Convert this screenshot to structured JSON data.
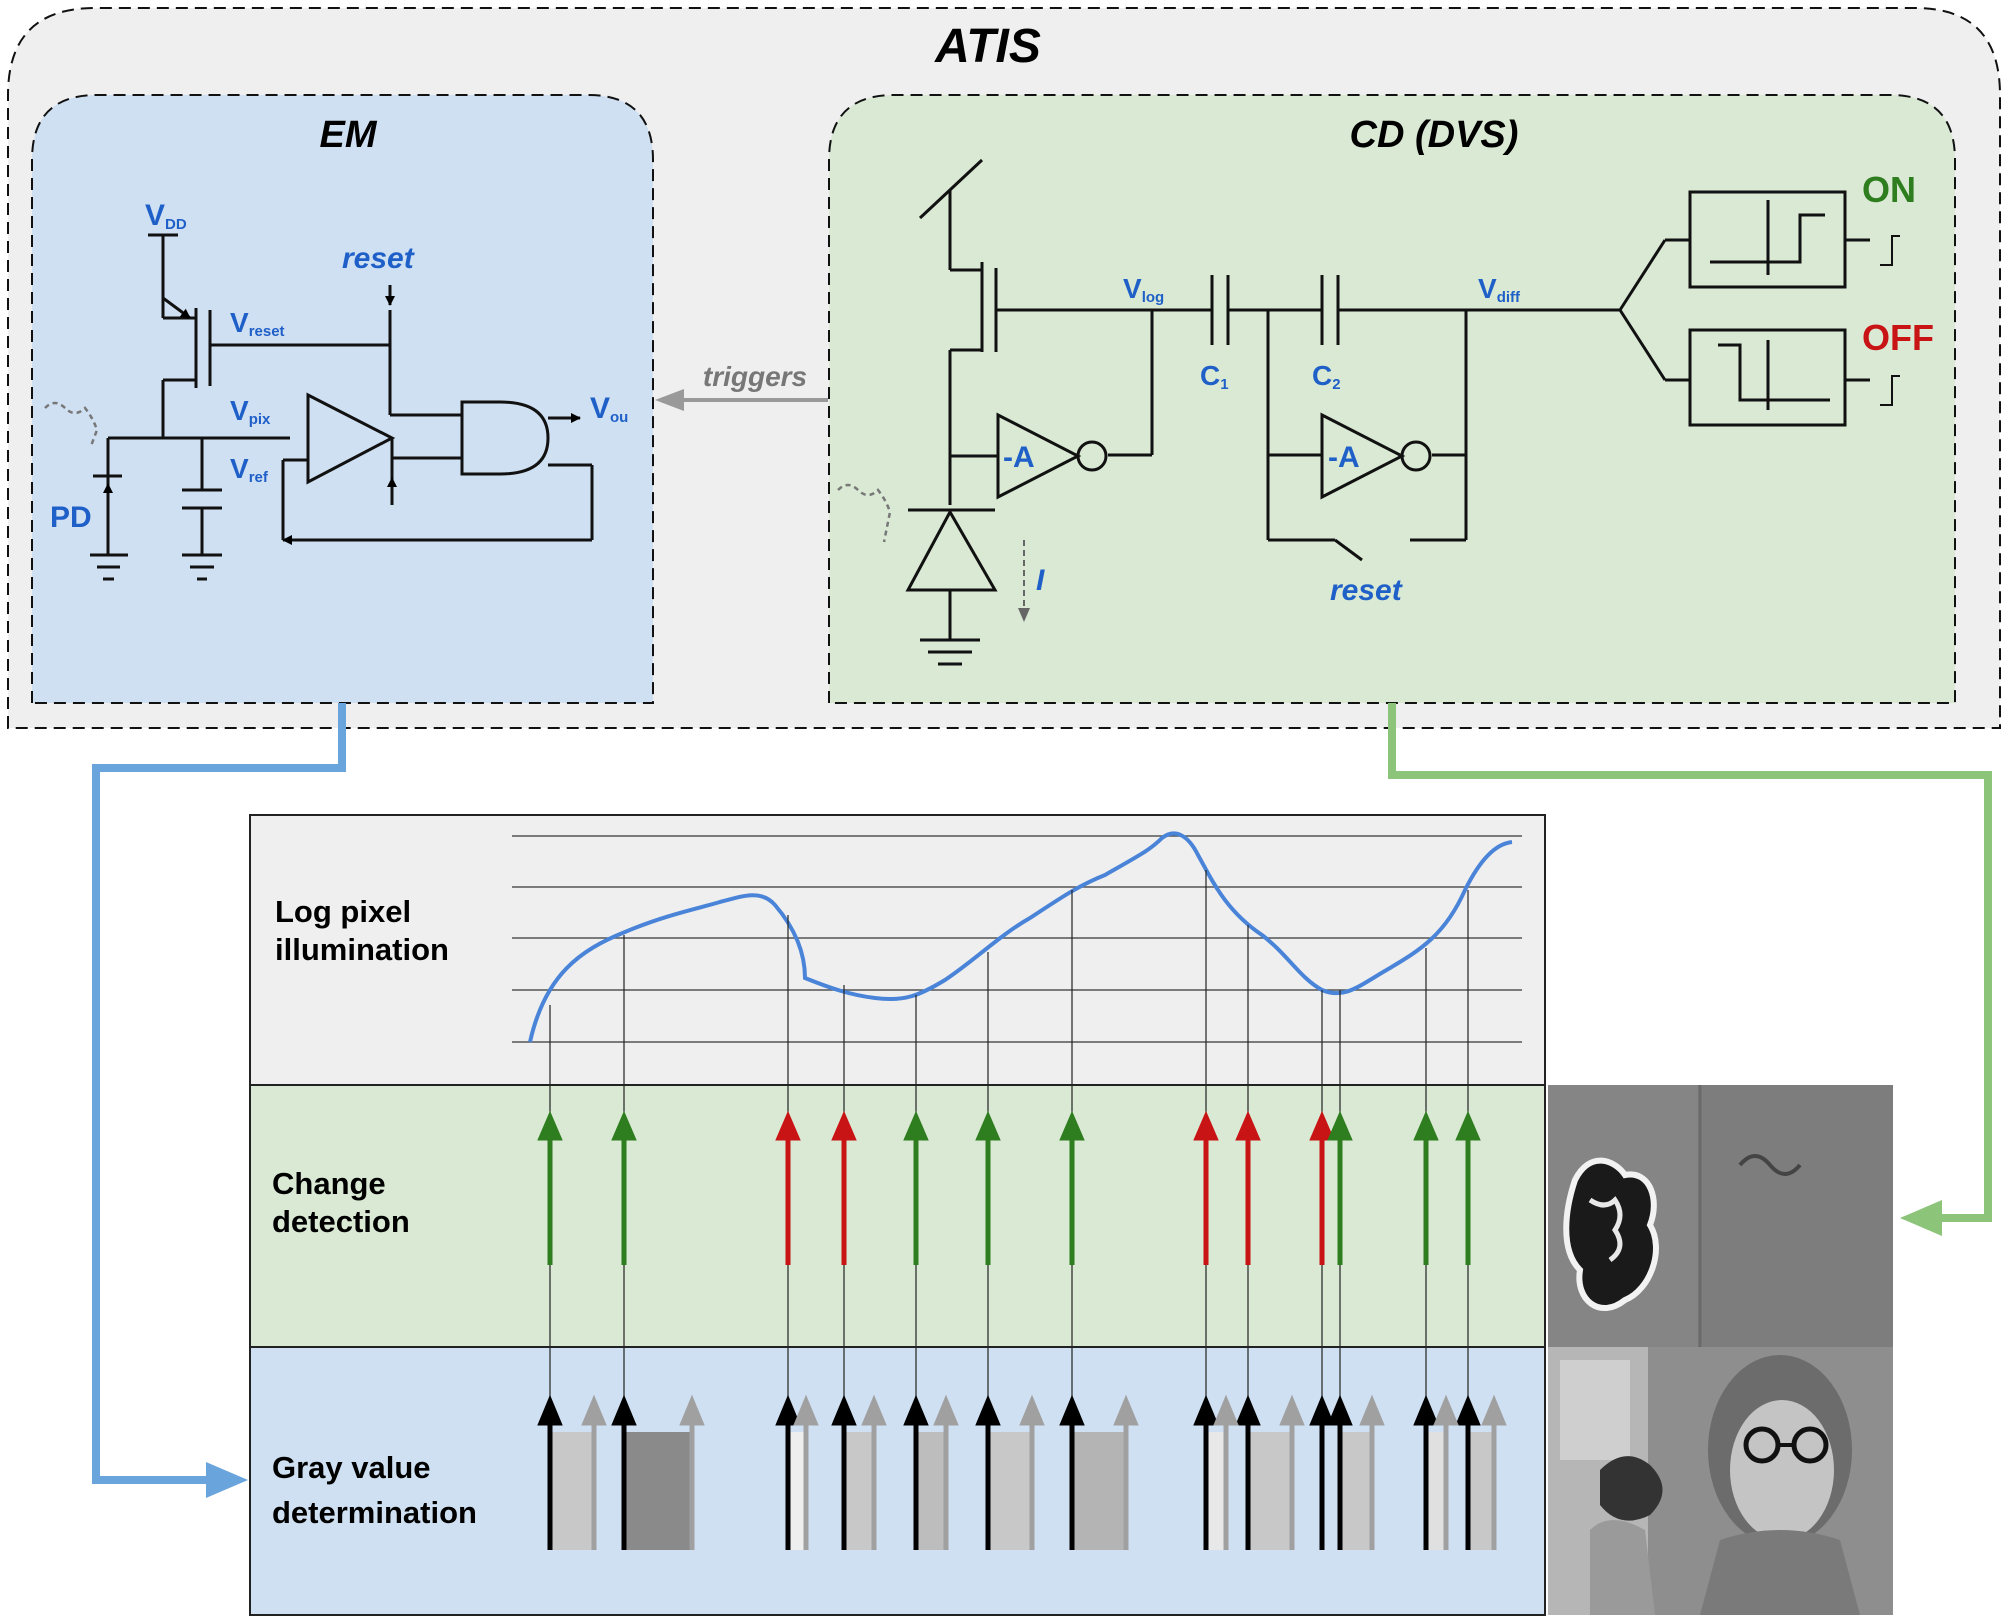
{
  "atis": {
    "title": "ATIS"
  },
  "em": {
    "title": "EM",
    "labels": {
      "vdd_main": "V",
      "vdd_sub": "DD",
      "vreset_main": "V",
      "vreset_sub": "reset",
      "vpix_main": "V",
      "vpix_sub": "pix",
      "vref_main": "V",
      "vref_sub": "ref",
      "vout_main": "V",
      "vout_sub": "ou",
      "pd": "PD",
      "reset": "reset"
    }
  },
  "cd": {
    "title": "CD (DVS)",
    "labels": {
      "vlog_main": "V",
      "vlog_sub": "log",
      "vdiff_main": "V",
      "vdiff_sub": "diff",
      "c1_main": "C",
      "c1_sub": "1",
      "c2_main": "C",
      "c2_sub": "2",
      "amp1": "-A",
      "amp2": "-A",
      "current": "I",
      "reset": "reset",
      "on": "ON",
      "off": "OFF"
    }
  },
  "triggers_label": "triggers",
  "panels": {
    "log_illumination": [
      "Log pixel",
      "illumination"
    ],
    "change_detection": [
      "Change",
      "detection"
    ],
    "gray_value": [
      "Gray value",
      "determination"
    ]
  },
  "events": [
    {
      "pos": 0.0,
      "type": "ON"
    },
    {
      "pos": 0.0,
      "type": "ON"
    },
    {
      "pos": 0.0,
      "type": "OFF"
    },
    {
      "pos": 0.0,
      "type": "OFF"
    },
    {
      "pos": 0.0,
      "type": "ON"
    },
    {
      "pos": 0.0,
      "type": "ON"
    },
    {
      "pos": 0.0,
      "type": "ON"
    },
    {
      "pos": 0.0,
      "type": "OFF"
    },
    {
      "pos": 0.0,
      "type": "OFF"
    },
    {
      "pos": 0.0,
      "type": "OFF"
    },
    {
      "pos": 0.0,
      "type": "ON"
    },
    {
      "pos": 0.0,
      "type": "ON"
    },
    {
      "pos": 0.0,
      "type": "ON"
    }
  ],
  "colors": {
    "em_fill": "#cfe0f2",
    "cd_fill": "#d9e9d4",
    "atis_fill": "#efefef",
    "label_blue": "#1f5fc8",
    "on_green": "#2e7d1e",
    "off_red": "#c81414",
    "em_link": "#6aa4dc",
    "cd_link": "#8cc47a",
    "signal_blue": "#4a84d8"
  }
}
